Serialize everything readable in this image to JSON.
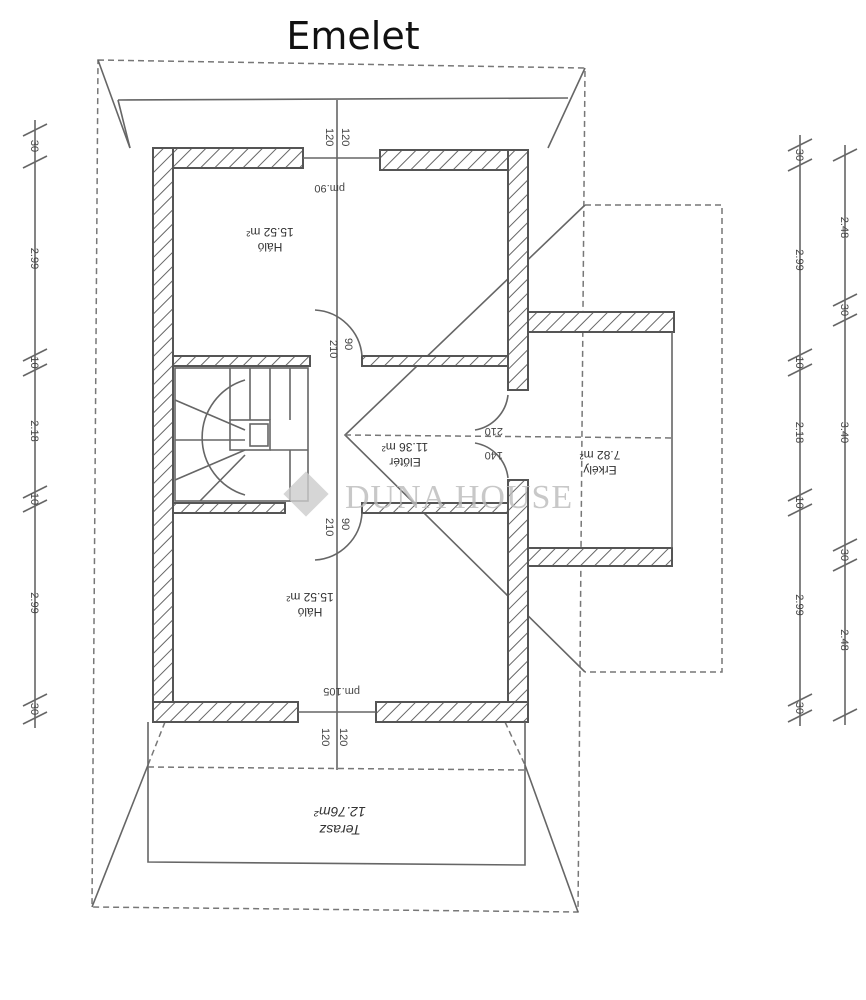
{
  "title": "Emelet",
  "rooms": {
    "halo_top": {
      "name": "Háló",
      "area": "15.52 m²"
    },
    "halo_bottom": {
      "name": "Háló",
      "area": "15.52 m²"
    },
    "eloter": {
      "name": "Előtér",
      "area": "11.36 m²"
    },
    "erkely": {
      "name": "Erkély",
      "area": "7.82 m²"
    },
    "terasz": {
      "name": "Terasz",
      "area": "12.76m²"
    }
  },
  "openings": {
    "win_top_a": "120",
    "win_top_b": "120",
    "win_bot_a": "120",
    "win_bot_b": "120",
    "pm_top": "pm.90",
    "pm_bot": "pm.105",
    "door1_w": "90",
    "door1_h": "210",
    "door2_w": "90",
    "door2_h": "210",
    "door3_w": "140",
    "door3_h": "210"
  },
  "dims_left": [
    "30",
    "2.99",
    "10",
    "2.18",
    "10",
    "2.99",
    "30"
  ],
  "dims_right_inner": [
    "30",
    "2.99",
    "10",
    "2.18",
    "10",
    "2.99",
    "30"
  ],
  "dims_right_outer": [
    "2.48",
    "30",
    "3.40",
    "30",
    "2.48"
  ],
  "watermark": "DUNA HOUSE"
}
